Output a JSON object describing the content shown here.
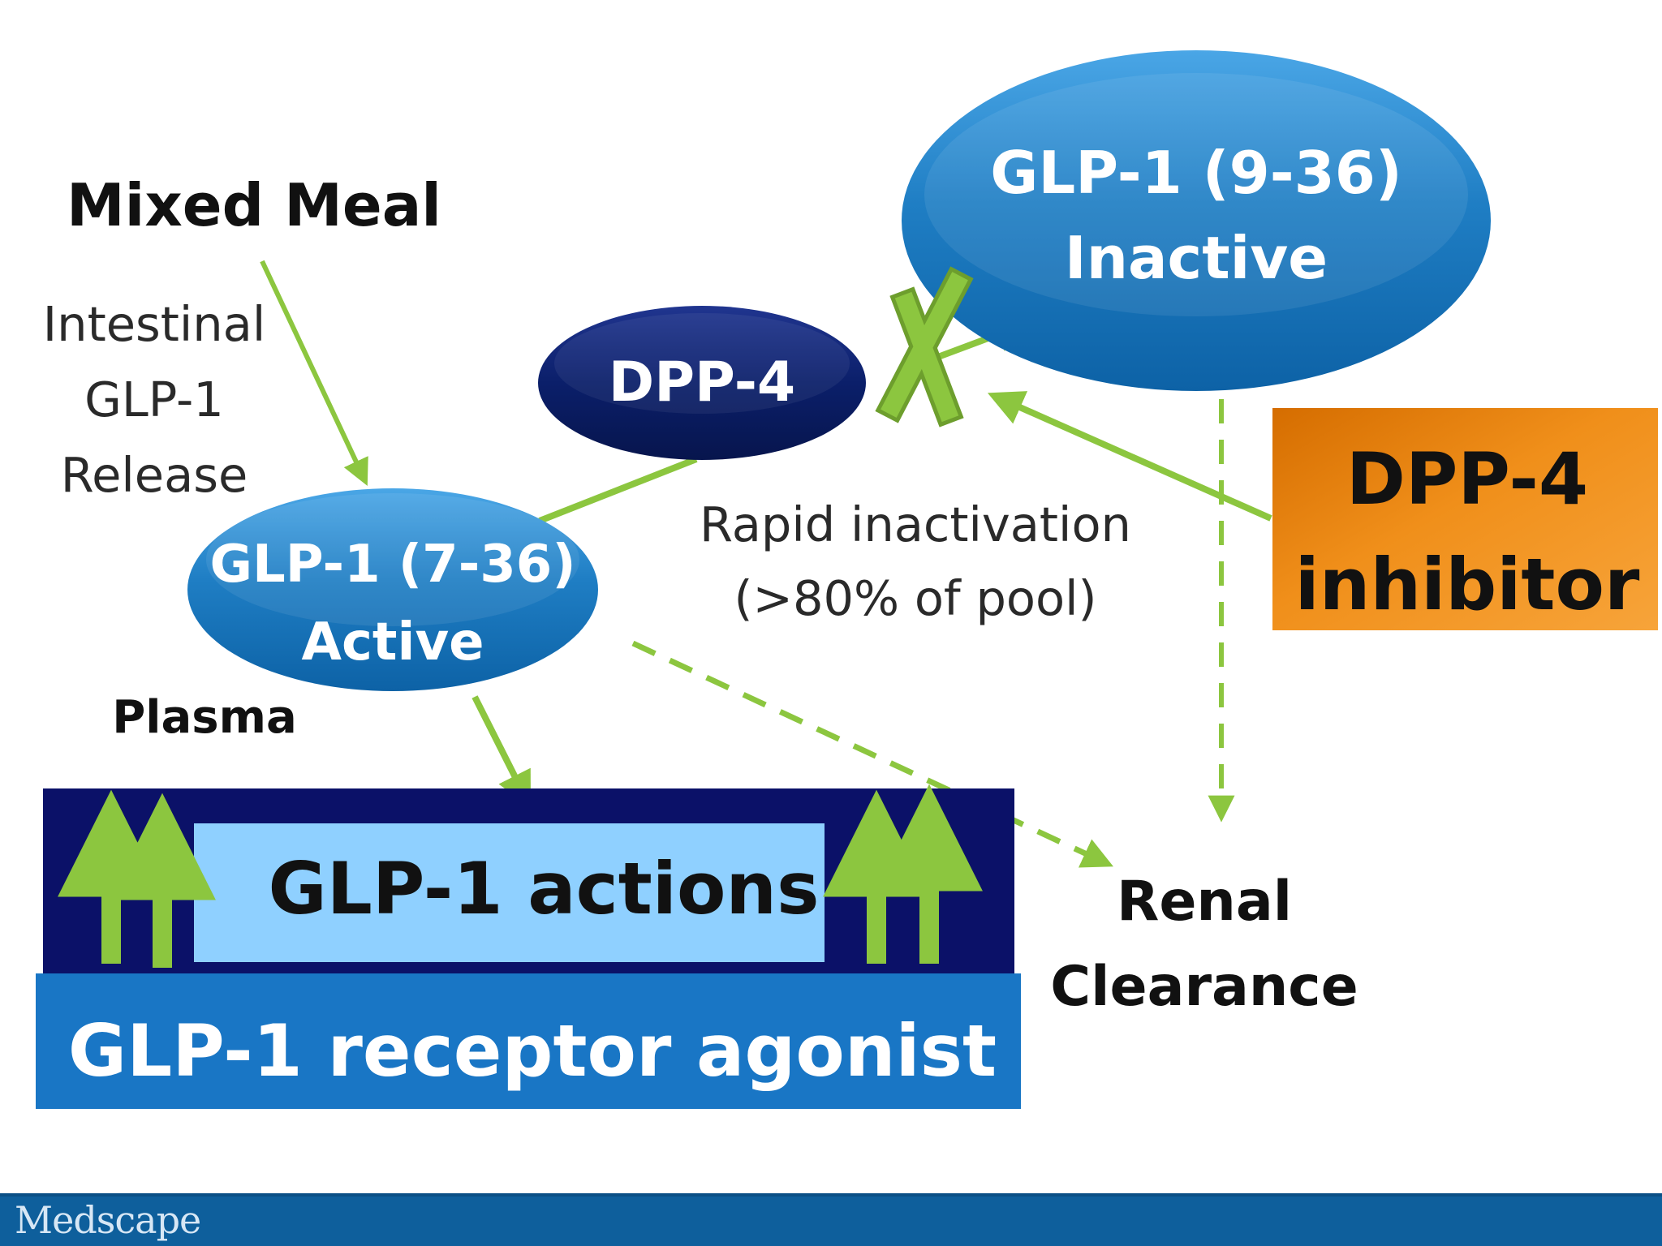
{
  "diagram": {
    "nodes": {
      "mixed_meal": "Mixed Meal",
      "intestinal_release": [
        "Intestinal",
        "GLP-1",
        "Release"
      ],
      "glp1_active": [
        "GLP-1 (7-36)",
        "Active"
      ],
      "plasma": "Plasma",
      "dpp4": "DPP-4",
      "glp1_inactive": [
        "GLP-1 (9-36)",
        "Inactive"
      ],
      "rapid_inactivation": [
        "Rapid inactivation",
        "(>80% of pool)"
      ],
      "dpp4_inhibitor": [
        "DPP-4",
        "inhibitor"
      ],
      "glp1_actions": "GLP-1 actions",
      "receptor_agonist": "GLP-1 receptor agonist",
      "renal_clearance": [
        "Renal",
        "Clearance"
      ]
    },
    "colors": {
      "arrow_green": "#8cc63f",
      "dpp4_navy": "#0b1f6a",
      "oval_blue": "#1f7ec4",
      "actions_panel_dark": "#0b1168",
      "actions_panel_light": "#8fd0ff",
      "receptor_bar": "#1976c5",
      "inhibitor_orange": "#f08f1a",
      "footer_blue": "#0e5f9c"
    }
  },
  "footer": {
    "logo": "Medscape"
  }
}
